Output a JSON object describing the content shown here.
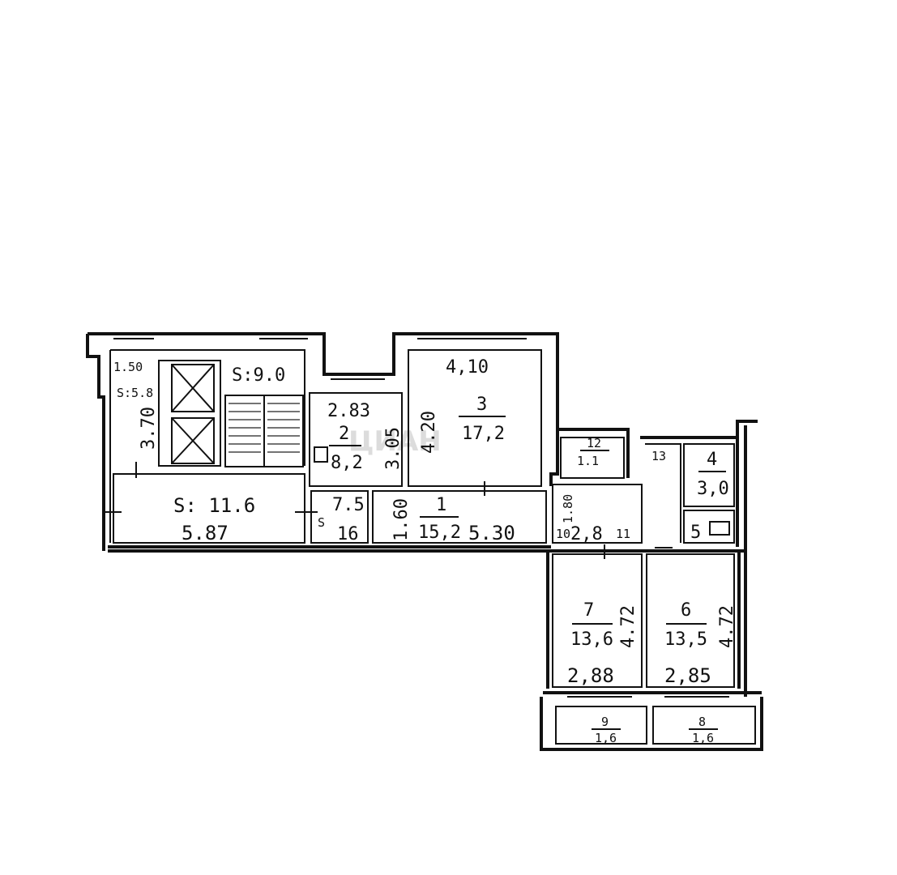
{
  "labels": {
    "stair_area": "S:9.0",
    "hall_area": "S: 11.6",
    "hall_len": "5.87",
    "left_w": "1.50",
    "left_area": "S:5.8",
    "left_h": "3.70",
    "r2_w": "2.83",
    "r2_num": "2",
    "r2_area": "8,2",
    "r2_h": "3.05",
    "r3_w": "4,10",
    "r3_num": "3",
    "r3_area": "17,2",
    "r3_h": "4.20",
    "small_top": "7.5",
    "small_bot": "16",
    "small_s": "S",
    "r1_num": "1",
    "r1_area": "15,2",
    "r1_w": "5.30",
    "r1_h": "1.60",
    "r12_num": "12",
    "r12_area": "1.1",
    "r13_num": "13",
    "r4_num": "4",
    "r4_area": "3,0",
    "r5_num": "5",
    "r11_h": "1.80",
    "r11_area": "2,8",
    "r11_num": "11",
    "r11_side": "10",
    "r7_num": "7",
    "r7_area": "13,6",
    "r7_h": "4.72",
    "r7_w": "2,88",
    "r6_num": "6",
    "r6_area": "13,5",
    "r6_h": "4.72",
    "r6_w": "2,85",
    "r9_num": "9",
    "r9_area": "1,6",
    "r8_num": "8",
    "r8_area": "1,6"
  },
  "watermark": "ЦИАН"
}
